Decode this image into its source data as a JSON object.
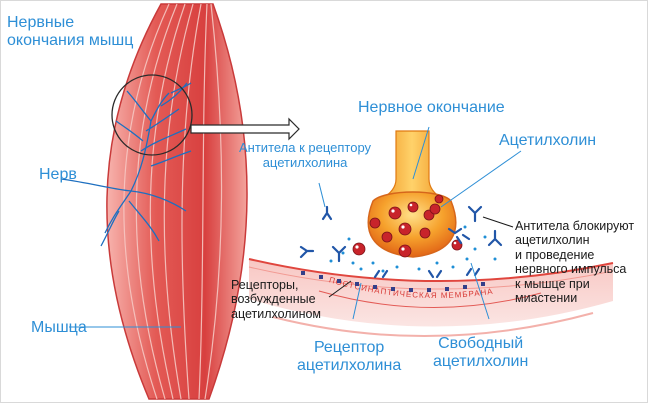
{
  "labels": {
    "muscle_nerve_endings": [
      "Нервные",
      "окончания мышц"
    ],
    "nerve": "Нерв",
    "muscle": "Мышца",
    "nerve_ending": "Нервное окончание",
    "acetylcholine": "Ацетилхолин",
    "antibodies_to_receptor": [
      "Антитела к рецептору",
      "ацетилхолина"
    ],
    "antibodies_block": [
      "Антитела блокируют",
      "ацетилхолин",
      "и проведение",
      "нервного импульса",
      "к мышце при",
      "миастении"
    ],
    "receptors_excited": [
      "Рецепторы,",
      "возбужденные",
      "ацетилхолином"
    ],
    "ach_receptor": [
      "Рецептор",
      "ацетилхолина"
    ],
    "free_ach": [
      "Свободный",
      "ацетилхолин"
    ],
    "membrane_text": "ПОСТСИНАПТИЧЕСКАЯ МЕМБРАНА"
  },
  "colors": {
    "label_blue": "#2e8fd6",
    "muscle_red": "#e24a4a",
    "nerve_orange": "#f07a1e",
    "vesicle_red": "#c8242b"
  }
}
